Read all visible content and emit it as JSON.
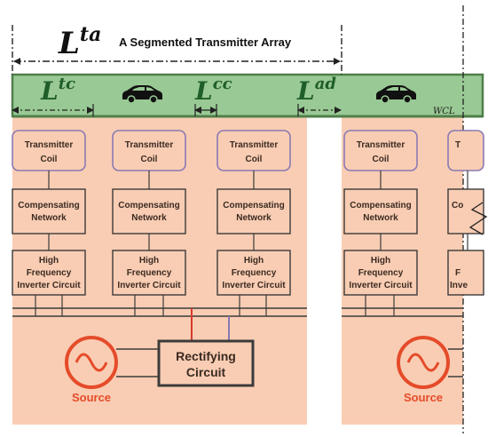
{
  "title": "A Segmented Transmitter Array",
  "labels": {
    "l_ta": {
      "base": "L",
      "sup": "ta"
    },
    "l_tc": {
      "base": "L",
      "sup": "tc"
    },
    "l_cc": {
      "base": "L",
      "sup": "cc"
    },
    "l_ad": {
      "base": "L",
      "sup": "ad"
    },
    "wcl": "WCL"
  },
  "blocks": {
    "transmitter_coil": [
      "Transmitter",
      "Coil"
    ],
    "compensating_network": [
      "Compensating",
      "Network"
    ],
    "inverter": [
      "High",
      "Frequency",
      "Inverter Circuit"
    ],
    "rectifier": [
      "Rectifying",
      "Circuit"
    ],
    "source": "Source"
  },
  "clipped": {
    "coil": [
      "T"
    ],
    "comp": [
      "Co"
    ],
    "inv": [
      "F",
      "Inve"
    ]
  },
  "colors": {
    "road": "#99c994",
    "road_border": "#4f7f4a",
    "panel": "#f9cdb3",
    "coil_stroke": "#8a79b3",
    "box_stroke": "#3b3b3b",
    "source_red": "#e54b2a",
    "red_wire": "#d73a2c",
    "purple_wire": "#8a79b3"
  },
  "icons": [
    "car-icon",
    "ac-source-icon",
    "dimension-arrow-icon"
  ]
}
